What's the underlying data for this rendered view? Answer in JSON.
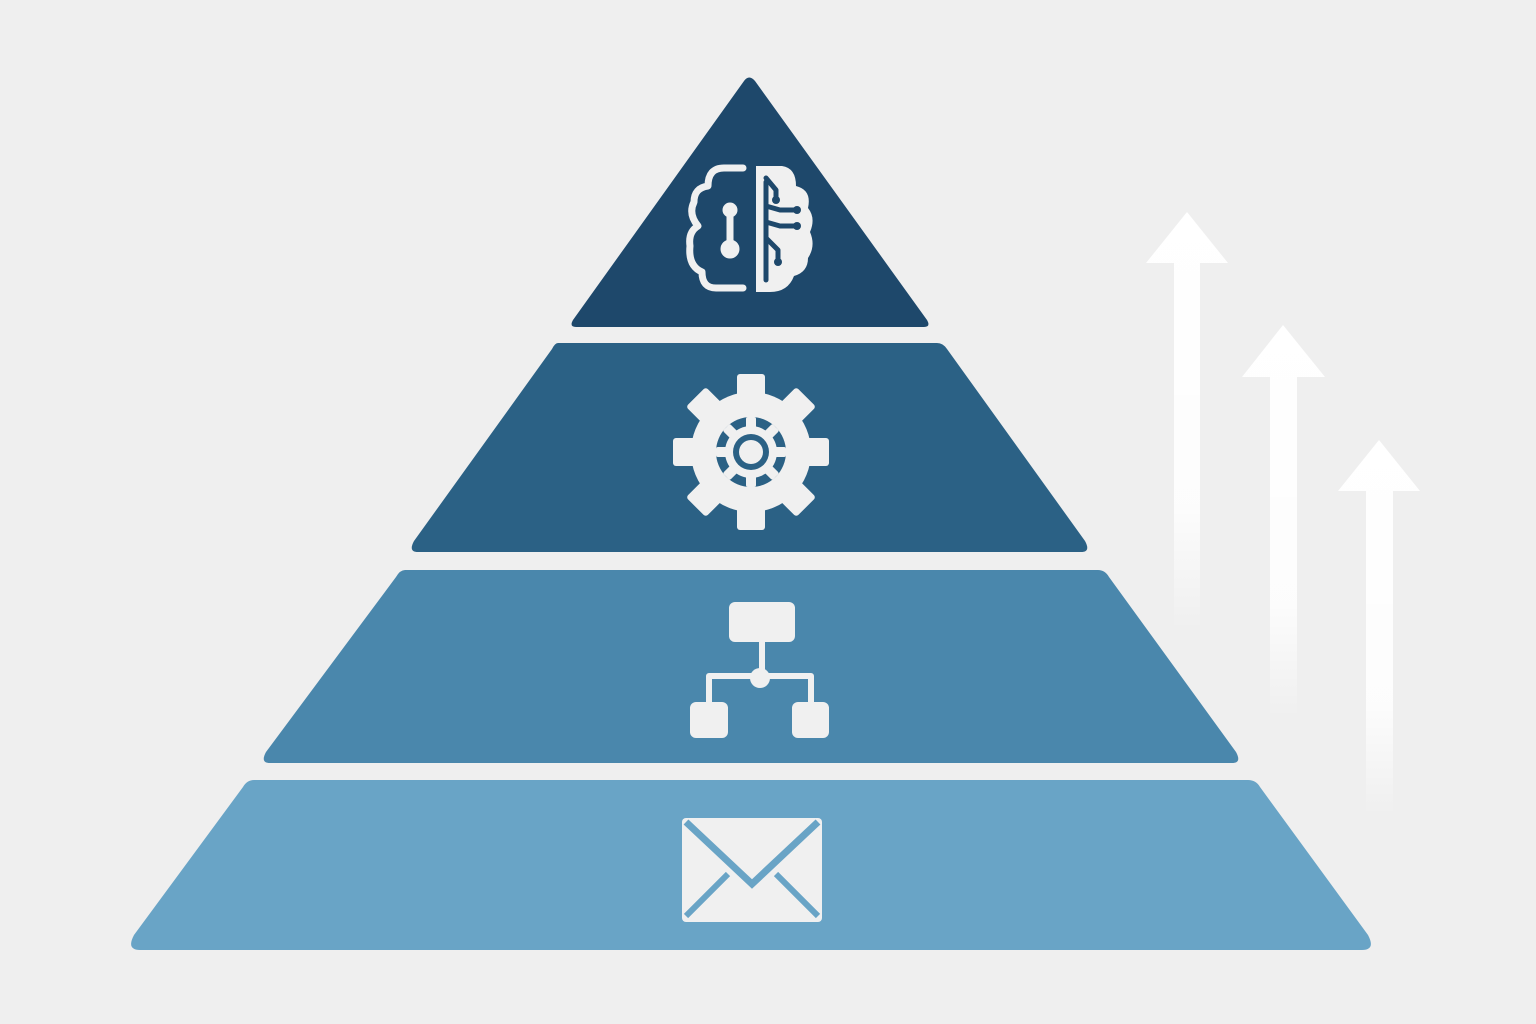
{
  "colors": {
    "background": "#efefef",
    "tier_1": "#1e486b",
    "tier_2": "#2b6185",
    "tier_3": "#4a87ac",
    "tier_4": "#69a4c6",
    "icon": "#f0f0f0",
    "arrow": "#ffffff"
  },
  "pyramid": {
    "tiers": [
      {
        "icon": "brain-circuit-icon"
      },
      {
        "icon": "gear-icon"
      },
      {
        "icon": "hierarchy-flowchart-icon"
      },
      {
        "icon": "envelope-icon"
      }
    ]
  },
  "arrows": [
    {
      "direction": "up"
    },
    {
      "direction": "up"
    },
    {
      "direction": "up"
    }
  ]
}
